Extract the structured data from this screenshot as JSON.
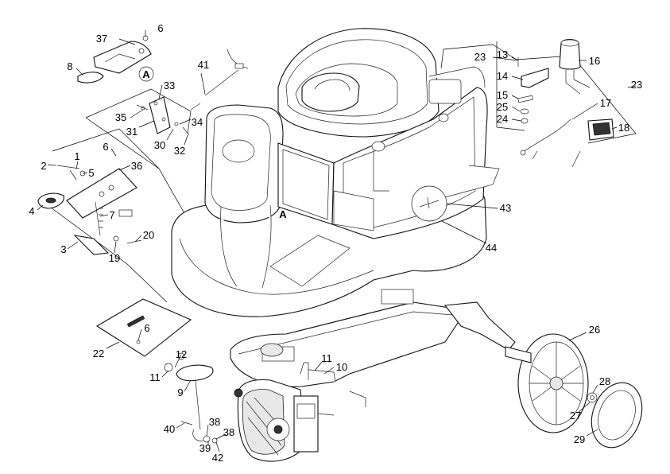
{
  "diagram": {
    "title": "",
    "callouts": [
      {
        "id": "c1",
        "label": "1"
      },
      {
        "id": "c2",
        "label": "2"
      },
      {
        "id": "c3",
        "label": "3"
      },
      {
        "id": "c4",
        "label": "4"
      },
      {
        "id": "c5",
        "label": "5"
      },
      {
        "id": "c6a",
        "label": "6"
      },
      {
        "id": "c6b",
        "label": "6"
      },
      {
        "id": "c6c",
        "label": "6"
      },
      {
        "id": "c7",
        "label": "7"
      },
      {
        "id": "c8",
        "label": "8"
      },
      {
        "id": "c9",
        "label": "9"
      },
      {
        "id": "c10",
        "label": "10"
      },
      {
        "id": "c11a",
        "label": "11"
      },
      {
        "id": "c11b",
        "label": "11"
      },
      {
        "id": "c12",
        "label": "12"
      },
      {
        "id": "c13",
        "label": "13"
      },
      {
        "id": "c14",
        "label": "14"
      },
      {
        "id": "c15",
        "label": "15"
      },
      {
        "id": "c16",
        "label": "16"
      },
      {
        "id": "c17",
        "label": "17"
      },
      {
        "id": "c18",
        "label": "18"
      },
      {
        "id": "c19",
        "label": "19"
      },
      {
        "id": "c20",
        "label": "20"
      },
      {
        "id": "c22",
        "label": "22"
      },
      {
        "id": "c23a",
        "label": "23"
      },
      {
        "id": "c23b",
        "label": "23"
      },
      {
        "id": "c24",
        "label": "24"
      },
      {
        "id": "c25",
        "label": "25"
      },
      {
        "id": "c26",
        "label": "26"
      },
      {
        "id": "c27",
        "label": "27"
      },
      {
        "id": "c28",
        "label": "28"
      },
      {
        "id": "c29",
        "label": "29"
      },
      {
        "id": "c30",
        "label": "30"
      },
      {
        "id": "c31",
        "label": "31"
      },
      {
        "id": "c32",
        "label": "32"
      },
      {
        "id": "c33",
        "label": "33"
      },
      {
        "id": "c34",
        "label": "34"
      },
      {
        "id": "c35",
        "label": "35"
      },
      {
        "id": "c36",
        "label": "36"
      },
      {
        "id": "c37",
        "label": "37"
      },
      {
        "id": "c38a",
        "label": "38"
      },
      {
        "id": "c38b",
        "label": "38"
      },
      {
        "id": "c39",
        "label": "39"
      },
      {
        "id": "c40",
        "label": "40"
      },
      {
        "id": "c41",
        "label": "41"
      },
      {
        "id": "c42",
        "label": "42"
      },
      {
        "id": "c43",
        "label": "43"
      },
      {
        "id": "c44",
        "label": "44"
      }
    ],
    "markers": [
      {
        "id": "mA1",
        "label": "A"
      },
      {
        "id": "mA2",
        "label": "A"
      }
    ]
  }
}
